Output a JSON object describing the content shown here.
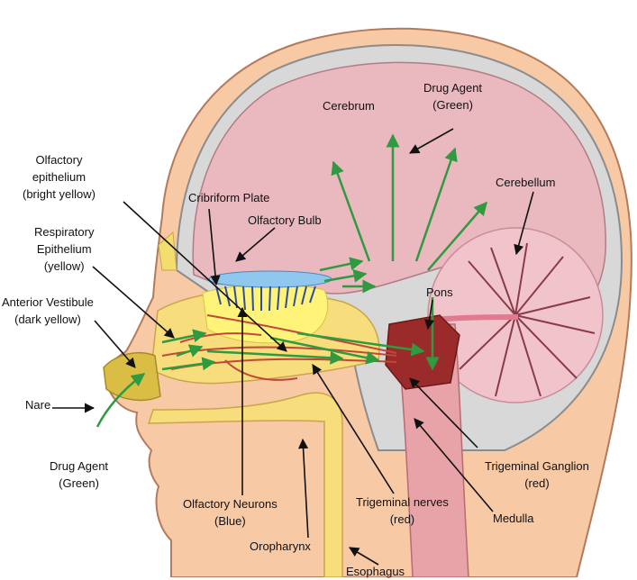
{
  "labels": {
    "cerebrum": "Cerebrum",
    "drug_agent_top": [
      "Drug Agent",
      "(Green)"
    ],
    "cerebellum": "Cerebellum",
    "olfactory_epithelium": [
      "Olfactory",
      "epithelium",
      "(bright yellow)"
    ],
    "cribriform_plate": "Cribriform Plate",
    "olfactory_bulb": "Olfactory Bulb",
    "respiratory_epithelium": [
      "Respiratory",
      "Epithelium",
      "(yellow)"
    ],
    "anterior_vestibule": [
      "Anterior Vestibule",
      "(dark yellow)"
    ],
    "pons": "Pons",
    "nare": "Nare",
    "drug_agent_bottom": [
      "Drug Agent",
      "(Green)"
    ],
    "olfactory_neurons": [
      "Olfactory Neurons",
      "(Blue)"
    ],
    "trigeminal_nerves": [
      "Trigeminal nerves",
      "(red)"
    ],
    "trigeminal_ganglion": [
      "Trigeminal Ganglion",
      "(red)"
    ],
    "medulla": "Medulla",
    "oropharynx": "Oropharynx",
    "esophagus": "Esophagus"
  },
  "colors": {
    "skin": "#f7c9a5",
    "skin_outline": "#b47a5c",
    "skull": "#d8d8d8",
    "skull_outline": "#8c8c8c",
    "brain": "#eab8bf",
    "cerebellum": "#f1c4cc",
    "brainstem": "#e7a3a8",
    "ganglion": "#9b2a2a",
    "epithelium_bright": "#fff37a",
    "epithelium": "#f7dd7c",
    "vestibule": "#d9bd45",
    "nerves": "#c0473a",
    "olfactory_neurons": "#2f4f9c",
    "olfactory_bulb": "#8fc7ee",
    "drug_arrow": "#2f9a3f",
    "leader": "#111111"
  }
}
